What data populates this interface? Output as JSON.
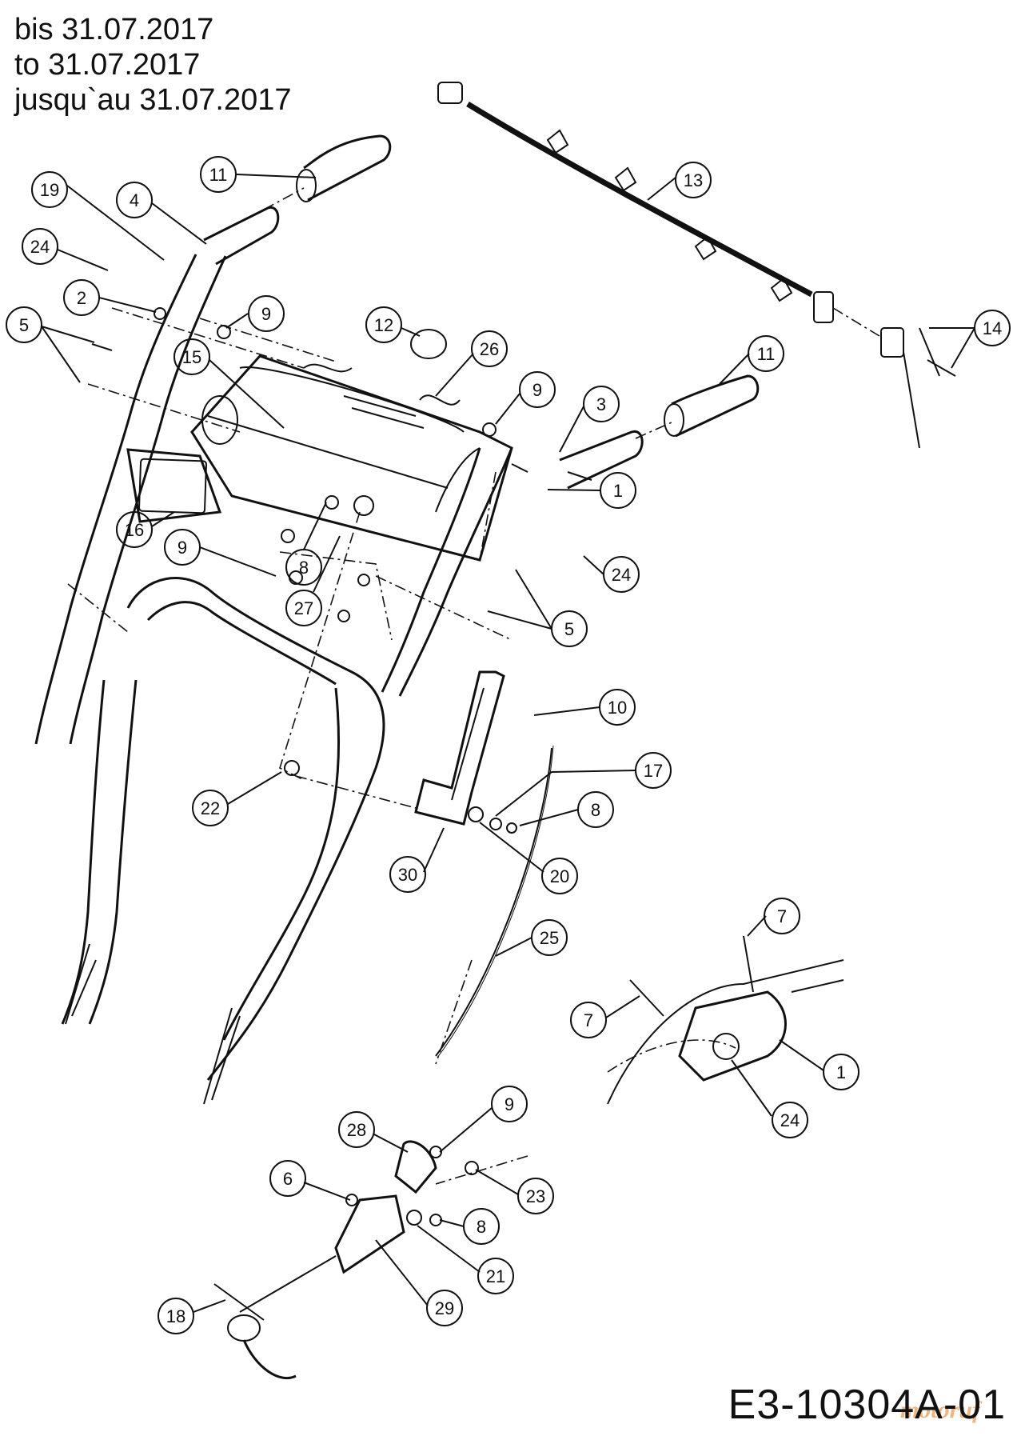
{
  "header": {
    "validity": [
      "bis 31.07.2017",
      "to 31.07.2017",
      "jusqu`au 31.07.2017"
    ]
  },
  "footer": {
    "document_code": "E3-10304A-01",
    "watermark": "motoruf"
  },
  "callouts": [
    {
      "num": "19"
    },
    {
      "num": "4"
    },
    {
      "num": "11"
    },
    {
      "num": "24"
    },
    {
      "num": "2"
    },
    {
      "num": "5"
    },
    {
      "num": "9"
    },
    {
      "num": "15"
    },
    {
      "num": "12"
    },
    {
      "num": "26"
    },
    {
      "num": "13"
    },
    {
      "num": "14"
    },
    {
      "num": "11"
    },
    {
      "num": "9"
    },
    {
      "num": "3"
    },
    {
      "num": "1"
    },
    {
      "num": "24"
    },
    {
      "num": "16"
    },
    {
      "num": "9"
    },
    {
      "num": "8"
    },
    {
      "num": "27"
    },
    {
      "num": "5"
    },
    {
      "num": "10"
    },
    {
      "num": "17"
    },
    {
      "num": "22"
    },
    {
      "num": "8"
    },
    {
      "num": "30"
    },
    {
      "num": "20"
    },
    {
      "num": "25"
    },
    {
      "num": "7"
    },
    {
      "num": "7"
    },
    {
      "num": "1"
    },
    {
      "num": "24"
    },
    {
      "num": "9"
    },
    {
      "num": "28"
    },
    {
      "num": "6"
    },
    {
      "num": "23"
    },
    {
      "num": "8"
    },
    {
      "num": "21"
    },
    {
      "num": "29"
    },
    {
      "num": "18"
    }
  ]
}
